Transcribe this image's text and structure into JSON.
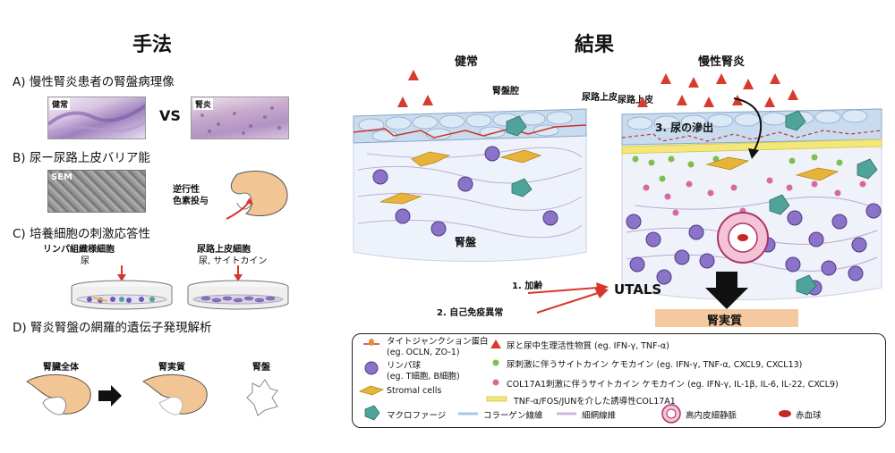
{
  "methods": {
    "title": "手法",
    "section_a": "A) 慢性腎炎患者の腎盤病理像",
    "img_normal_label": "健常",
    "img_nephritis_label": "腎炎",
    "vs": "VS",
    "section_b": "B) 尿ー尿路上皮バリア能",
    "sem_label": "SEM",
    "retro_line1": "逆行性",
    "retro_line2": "色素投与",
    "section_c": "C) 培養細胞の刺激応答性",
    "lymph_cell_label": "リンパ組織様細胞",
    "lymph_stimulus": "尿",
    "uro_cell_label": "尿路上皮細胞",
    "uro_stimulus": "尿, サイトカイン",
    "section_d": "D) 腎炎腎盤の網羅的遺伝子発現解析",
    "whole_kidney": "腎臓全体",
    "parenchyma": "腎実質",
    "pelvis": "腎盤"
  },
  "results": {
    "title": "結果",
    "normal_label": "健常",
    "nephritis_label": "慢性腎炎",
    "pelvic_cavity": "腎盤腔",
    "urothelium_left": "尿路上皮",
    "urothelium_right": "尿路上皮",
    "urine_leak": "3. 尿の滲出",
    "pelvis": "腎盤",
    "factor1": "1. 加齢",
    "factor2": "2. 自己免疫異常",
    "utals": "UTALS",
    "parenchyma": "腎実質"
  },
  "legend": {
    "tight_junction_1": "タイトジャンクション蛋白",
    "tight_junction_2": "(eg. OCLN, ZO-1)",
    "lymph_1": "リンパ球",
    "lymph_2": "(eg. T細胞, B細胞)",
    "stromal": "Stromal cells",
    "macrophage": "マクロファージ",
    "collagen": "コラーゲン線維",
    "reticular": "細網線維",
    "urine_substance": "尿と尿中生理活性物質 (eg. IFN-γ, TNF-α)",
    "urine_cytokine": "尿刺激に伴うサイトカイン ケモカイン (eg. IFN-γ, TNF-α, CXCL9, CXCL13)",
    "col17_cytokine": "COL17A1刺激に伴うサイトカイン ケモカイン (eg. IFN-γ, IL-1β, IL-6, IL-22, CXCL9)",
    "col17_induced": "TNF-α/FOS/JUNを介した誘導性COL17A1",
    "hev": "高内皮細静脈",
    "rbc": "赤血球"
  },
  "colors": {
    "kidney": "#f2c594",
    "urine_triangle": "#d83a2e",
    "lymphocyte": "#8a73c8",
    "stromal": "#e7b43a",
    "macrophage": "#4ea39a",
    "epithelium": "#c9dcef",
    "parenchyma_bar": "#f5c9a0",
    "arrow_red": "#d8362b",
    "col17_yellow": "#f3e77a"
  }
}
